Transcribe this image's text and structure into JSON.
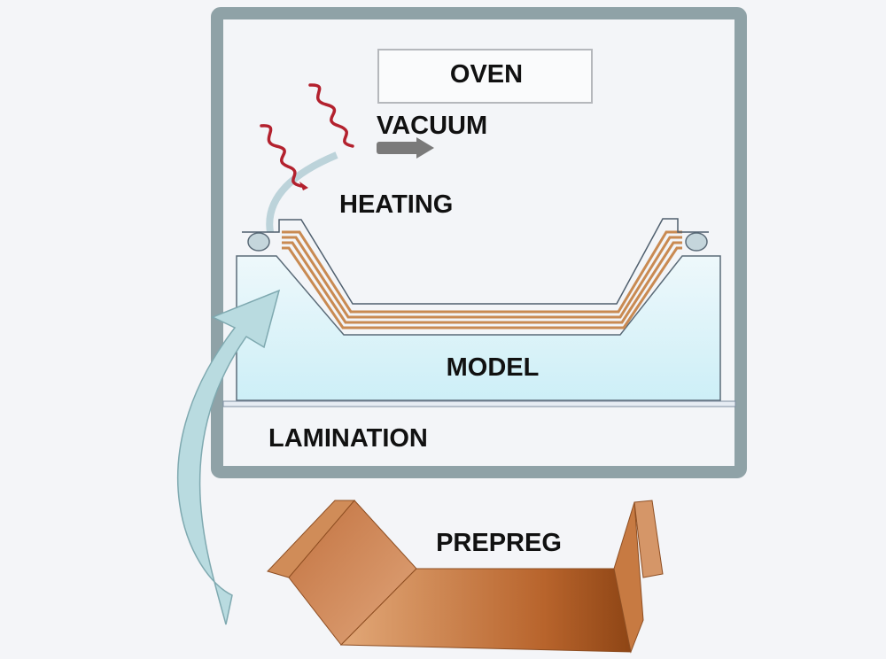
{
  "labels": {
    "oven": "OVEN",
    "vacuum": "VACUUM",
    "heating": "HEATING",
    "model": "MODEL",
    "lamination": "LAMINATION",
    "prepreg": "PREPREG"
  },
  "colors": {
    "oven_frame": "#8fa2a7",
    "model_fill": "#d6f1f7",
    "prepreg": "#c9804a",
    "layer": "#c98a52",
    "heat_wave": "#b3212e",
    "arrow": "#b9dbe0",
    "vacuum_arrow": "#7a7a7a"
  }
}
